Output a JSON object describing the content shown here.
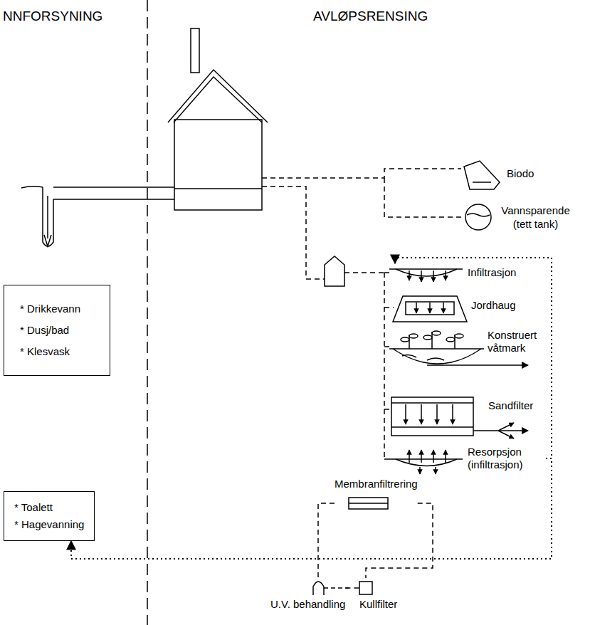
{
  "diagram": {
    "nodes": [
      {
        "text": [
          "* Drikkevann",
          "* Dusj/bad",
          "* Klesvask"
        ]
      },
      {
        "text": [
          "Biodo"
        ]
      },
      {
        "text": [
          "Vannsparende (tett tank)"
        ]
      },
      {
        "text": [
          "Infiltrasjon"
        ]
      },
      {
        "text": [
          "Jordhaug"
        ]
      },
      {
        "text": [
          "Konstruert våtmark"
        ]
      },
      {
        "text": [
          "Sandfilter"
        ]
      },
      {
        "text": [
          "Resorpsjon (infiltrasjon)"
        ]
      },
      {
        "text": [
          "* Toalett",
          "* Hagevanning"
        ]
      },
      {
        "text": [
          "Membranfiltrering"
        ]
      },
      {
        "text": [
          "U.V. behandling"
        ]
      },
      {
        "text": [
          "Kullfilter"
        ]
      }
    ],
    "edges": [
      {
        "from": 7,
        "to": 8,
        "arrow": "to"
      },
      {
        "from": 7,
        "to": 3,
        "arrow": "to"
      },
      {
        "from": 9,
        "to": 10,
        "arrow": "none"
      },
      {
        "from": 9,
        "to": 11,
        "arrow": "none"
      },
      {
        "from": 10,
        "to": 11,
        "arrow": "none"
      }
    ],
    "labels": [
      "NNFORSYNING",
      "AVLØPSRENSING"
    ]
  }
}
